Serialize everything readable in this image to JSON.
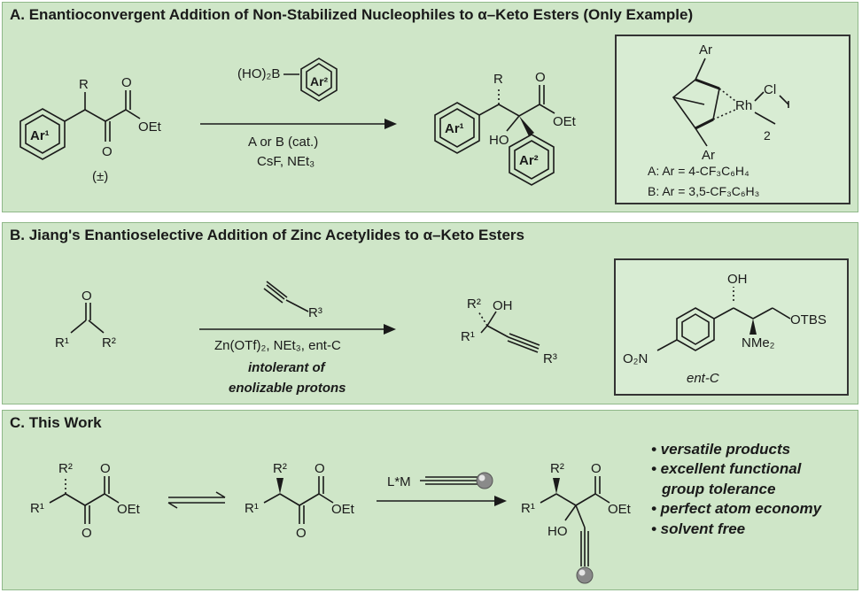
{
  "panel_a": {
    "title": "A. Enantioconvergent Addition of Non-Stabilized Nucleophiles to α–Keto Esters (Only Example)",
    "boronic_acid": "(HO)₂B",
    "ar2": "Ar²",
    "ar1": "Ar¹",
    "r": "R",
    "oet": "OEt",
    "o": "O",
    "ho": "HO",
    "racemic": "(±)",
    "conditions_1": "A or B (cat.)",
    "conditions_2": "CsF, NEt₃",
    "catalyst": {
      "ar": "Ar",
      "rh": "Rh",
      "cl": "Cl",
      "subscript": "2",
      "def_a": "A: Ar = 4-CF₃C₆H₄",
      "def_b": "B: Ar = 3,5-CF₃C₆H₃"
    }
  },
  "panel_b": {
    "title": "B. Jiang's Enantioselective Addition of Zinc Acetylides to α–Keto Esters",
    "r1": "R¹",
    "r2": "R²",
    "r3": "R³",
    "o": "O",
    "oh": "OH",
    "conditions": "Zn(OTf)₂, NEt₃, ent-C",
    "note_1": "intolerant of",
    "note_2": "enolizable protons",
    "ligand": {
      "oh": "OH",
      "otbs": "OTBS",
      "nme2": "NMe₂",
      "no2": "O₂N",
      "label": "ent-C"
    }
  },
  "panel_c": {
    "title": "C. This Work",
    "r1": "R¹",
    "r2": "R²",
    "o": "O",
    "oet": "OEt",
    "ho": "HO",
    "reagent": "L*M",
    "bullets": [
      "• versatile products",
      "• excellent functional",
      "group tolerance",
      "• perfect atom economy",
      "• solvent free"
    ]
  }
}
